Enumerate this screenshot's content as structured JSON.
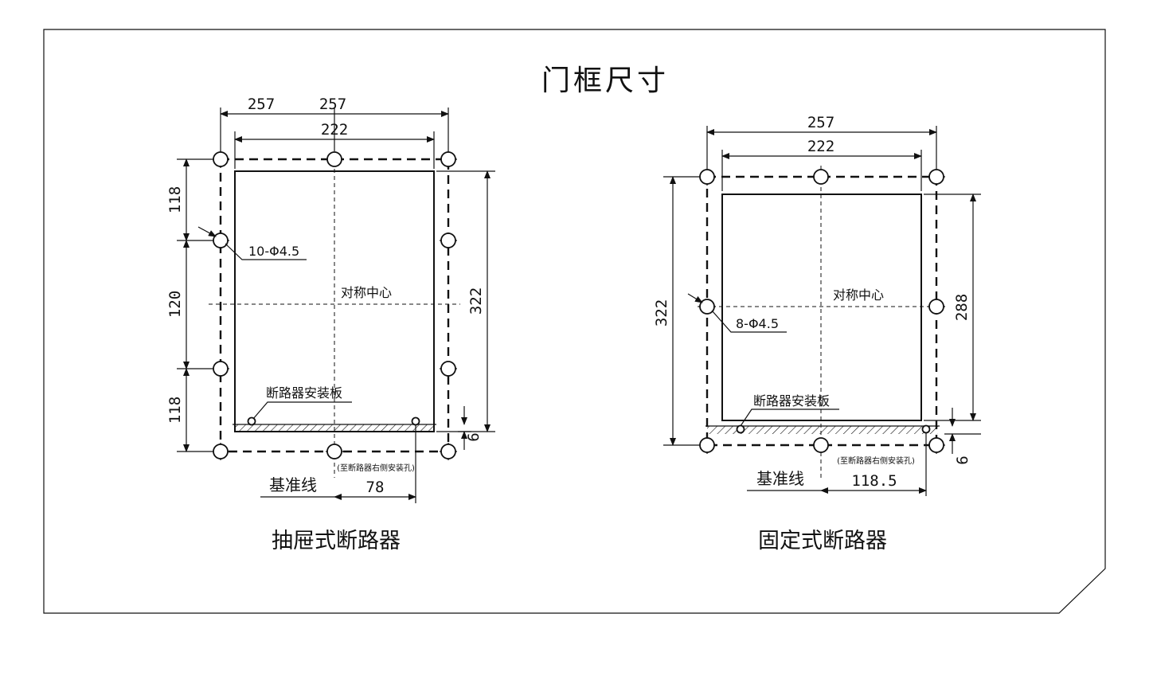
{
  "title": "门框尺寸",
  "left": {
    "caption": "抽屉式断路器",
    "dims": {
      "top_left": "257",
      "top_right": "257",
      "inner_width": "222",
      "v_top": "118",
      "v_mid": "120",
      "v_bottom": "118",
      "height": "322",
      "offset": "6",
      "base_offset": "78"
    },
    "hole_label": "10-Φ4.5",
    "center_label": "对称中心",
    "plate_label": "断路器安装板",
    "note": "(至断路器右侧安装孔)",
    "base_label": "基准线"
  },
  "right": {
    "caption": "固定式断路器",
    "dims": {
      "outer_width": "257",
      "inner_width": "222",
      "height_outer": "322",
      "height_inner": "288",
      "offset": "6",
      "base_offset": "118.5"
    },
    "hole_label": "8-Φ4.5",
    "center_label": "对称中心",
    "plate_label": "断路器安装板",
    "note": "(至断路器右侧安装孔)",
    "base_label": "基准线"
  }
}
